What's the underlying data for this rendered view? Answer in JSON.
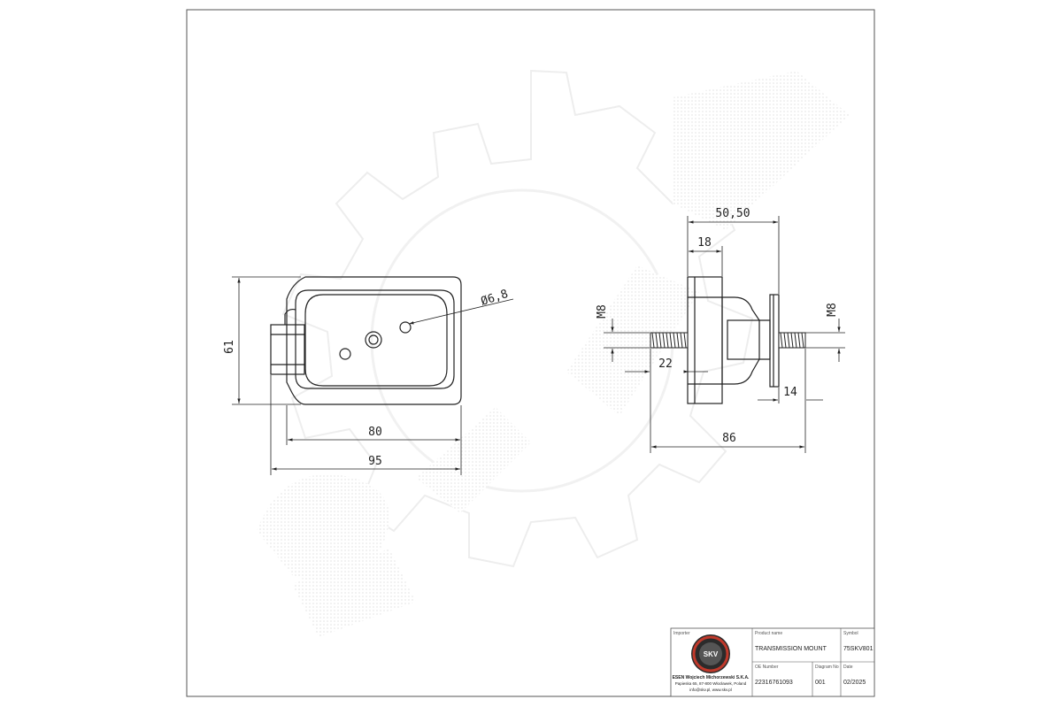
{
  "drawing": {
    "front_view": {
      "dimensions": {
        "height": "61",
        "inner_width": "80",
        "outer_width": "95",
        "hole": "Ø6,8"
      }
    },
    "side_view": {
      "dimensions": {
        "overall_flange": "50,50",
        "flange": "18",
        "thread_left": "M8",
        "thread_right": "M8",
        "stud_left": "22",
        "stud_right": "14",
        "overall_length": "86"
      }
    }
  },
  "title_block": {
    "importer_label": "Importer",
    "importer_name": "ESEN Wojciech Michorzewski S.K.A.",
    "importer_address": "Papieska 65, 87-800 Włocławek, Poland",
    "importer_contact": "info@skv.pl, www.skv.pl",
    "logo_text": "SKV",
    "product_name_label": "Product name",
    "product_name": "TRANSMISSION MOUNT",
    "symbol_label": "Symbol",
    "symbol": "75SKV801",
    "oe_number_label": "OE Number",
    "oe_number": "22316761093",
    "diagram_no_label": "Diagram No",
    "diagram_no": "001",
    "date_label": "Date",
    "date": "02/2025"
  },
  "colors": {
    "line": "#222222",
    "watermark": "#efefef",
    "logo_red": "#c0392b"
  }
}
